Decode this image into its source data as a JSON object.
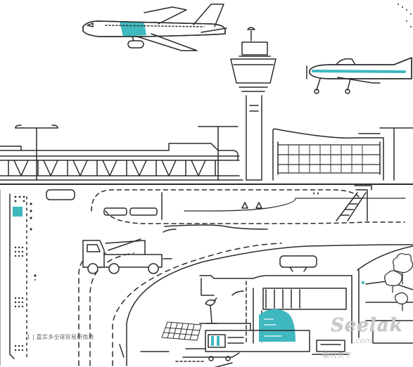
{
  "scene": {
    "caption": "1 | 嘉实多全球贸易研南表",
    "watermark_main": "Seelak",
    "watermark_sub": ".com",
    "watermark_cn": "素材天下"
  },
  "colors": {
    "line": "#2b2b2b",
    "accent": "#3fb8bf",
    "bg": "#ffffff"
  },
  "icons": [
    "jet-airliner",
    "propeller-plane",
    "control-tower",
    "street-lamp",
    "terminal-building",
    "boarding-stairs",
    "catering-truck",
    "radar-dish",
    "solar-panel",
    "tree"
  ]
}
